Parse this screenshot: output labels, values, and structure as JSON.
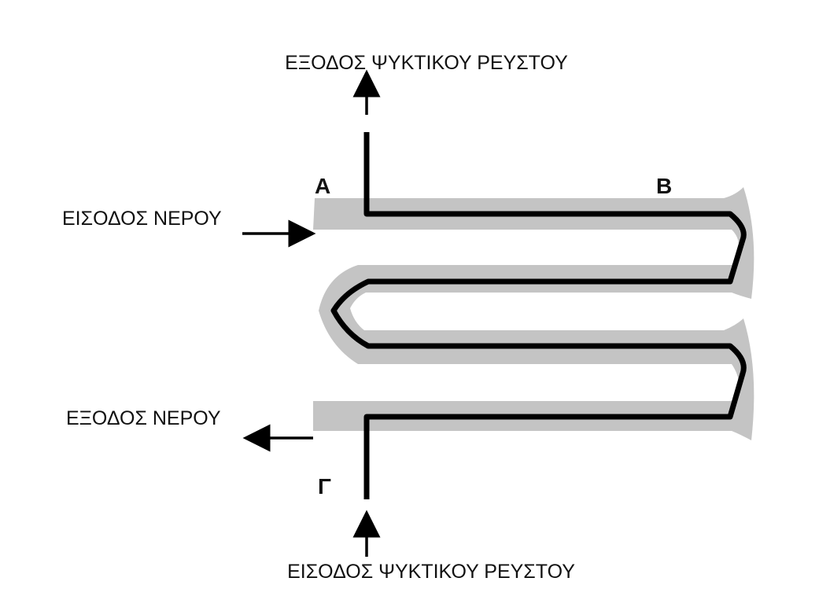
{
  "labels": {
    "coolant_outlet": "ΕΞΟΔΟΣ ΨΥΚΤΙΚΟΥ ΡΕΥΣΤΟΥ",
    "coolant_inlet": "ΕΙΣΟΔΟΣ ΨΥΚΤΙΚΟΥ ΡΕΥΣΤΟΥ",
    "water_inlet": "ΕΙΣΟΔΟΣ ΝΕΡΟΥ",
    "water_outlet": "ΕΞΟΔΟΣ ΝΕΡΟΥ"
  },
  "points": {
    "a": "Α",
    "b": "Β",
    "g": "Γ"
  },
  "colors": {
    "water_channel": "#c4c4c4",
    "coolant_pipe": "#000000",
    "arrows": "#000000",
    "text": "#111111"
  }
}
